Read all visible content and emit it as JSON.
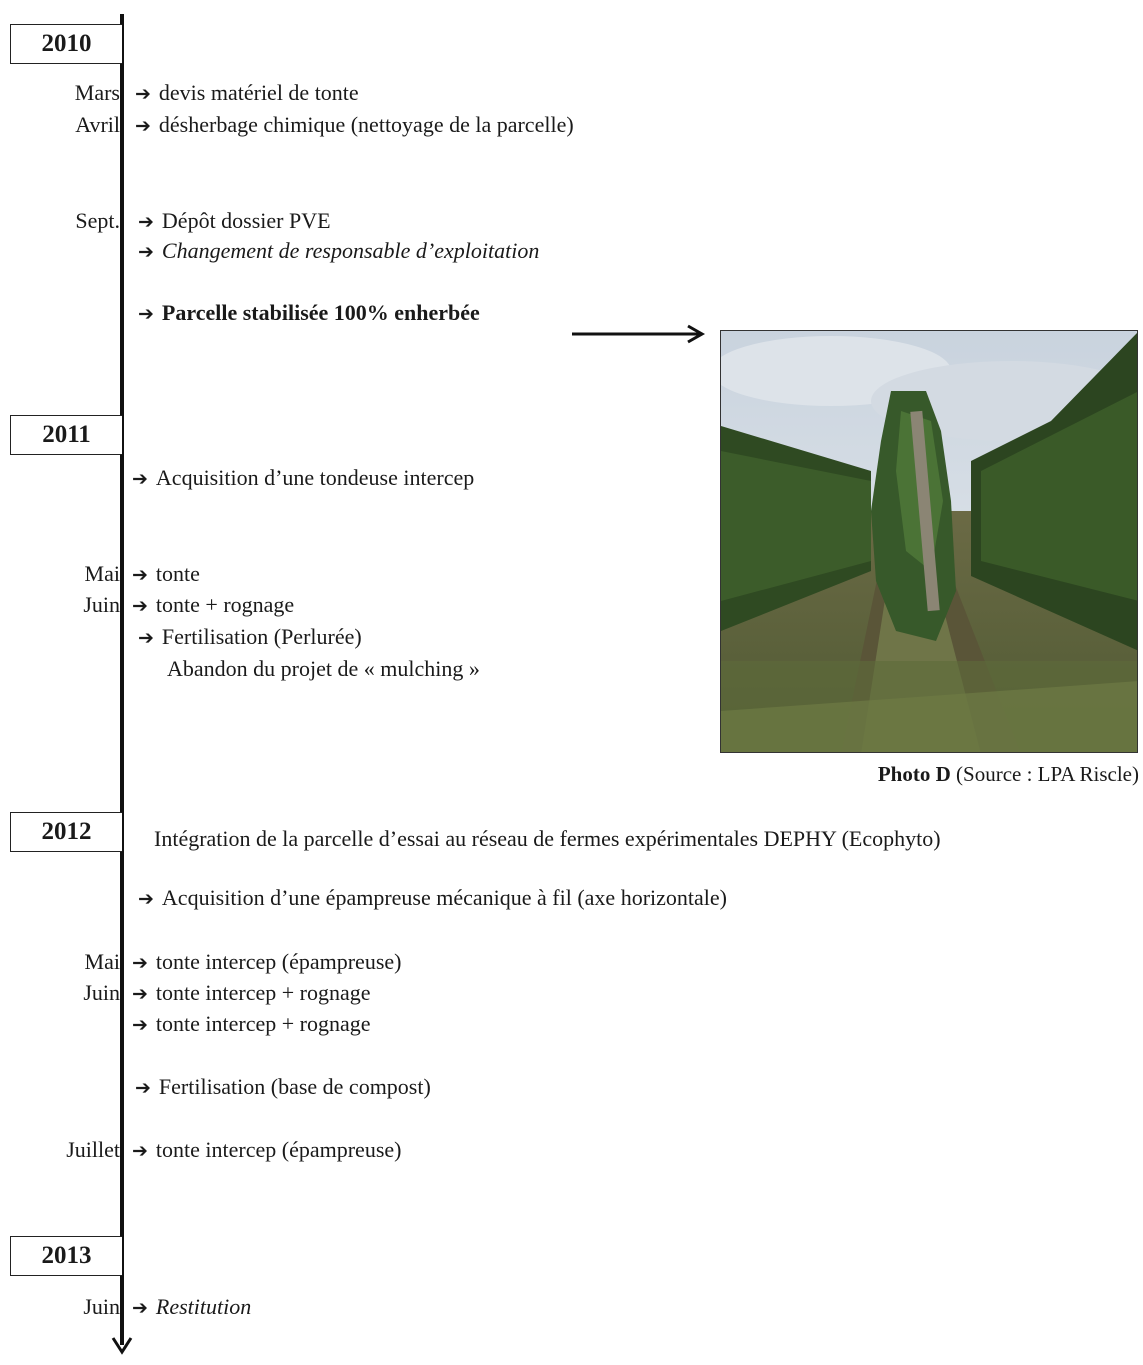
{
  "timeline": {
    "years": [
      {
        "label": "2010"
      },
      {
        "label": "2011"
      },
      {
        "label": "2012"
      },
      {
        "label": "2013"
      }
    ],
    "months": {
      "mars": "Mars",
      "avril": "Avril",
      "sept": "Sept.",
      "mai_2011": "Mai",
      "juin_2011": "Juin",
      "mai_2012": "Mai",
      "juin_2012": "Juin",
      "juillet_2012": "Juillet",
      "juin_2013": "Juin"
    },
    "events": {
      "e1": "devis matériel de tonte",
      "e2": "désherbage chimique (nettoyage de la parcelle)",
      "e3": "Dépôt dossier PVE",
      "e4": "Changement de responsable d’exploitation",
      "e5": "Parcelle stabilisée 100% enherbée",
      "e6": "Acquisition d’une tondeuse intercep",
      "e7": "tonte",
      "e8": "tonte + rognage",
      "e9": "Fertilisation (Perlurée)",
      "e10": "Abandon du projet de « mulching »",
      "e11": "Intégration de la parcelle d’essai au réseau de fermes expérimentales DEPHY (Ecophyto)",
      "e12": "Acquisition d’une épampreuse mécanique à fil (axe horizontale)",
      "e13": "tonte intercep (épampreuse)",
      "e14": "tonte intercep + rognage",
      "e15": "tonte intercep + rognage",
      "e16": "Fertilisation (base de compost)",
      "e17": "tonte intercep (épampreuse)",
      "e18": "Restitution"
    }
  },
  "photo": {
    "caption_bold": "Photo D",
    "caption_rest": " (Source : LPA Riscle)"
  },
  "colors": {
    "line": "#111111",
    "text": "#1a1a1a"
  }
}
